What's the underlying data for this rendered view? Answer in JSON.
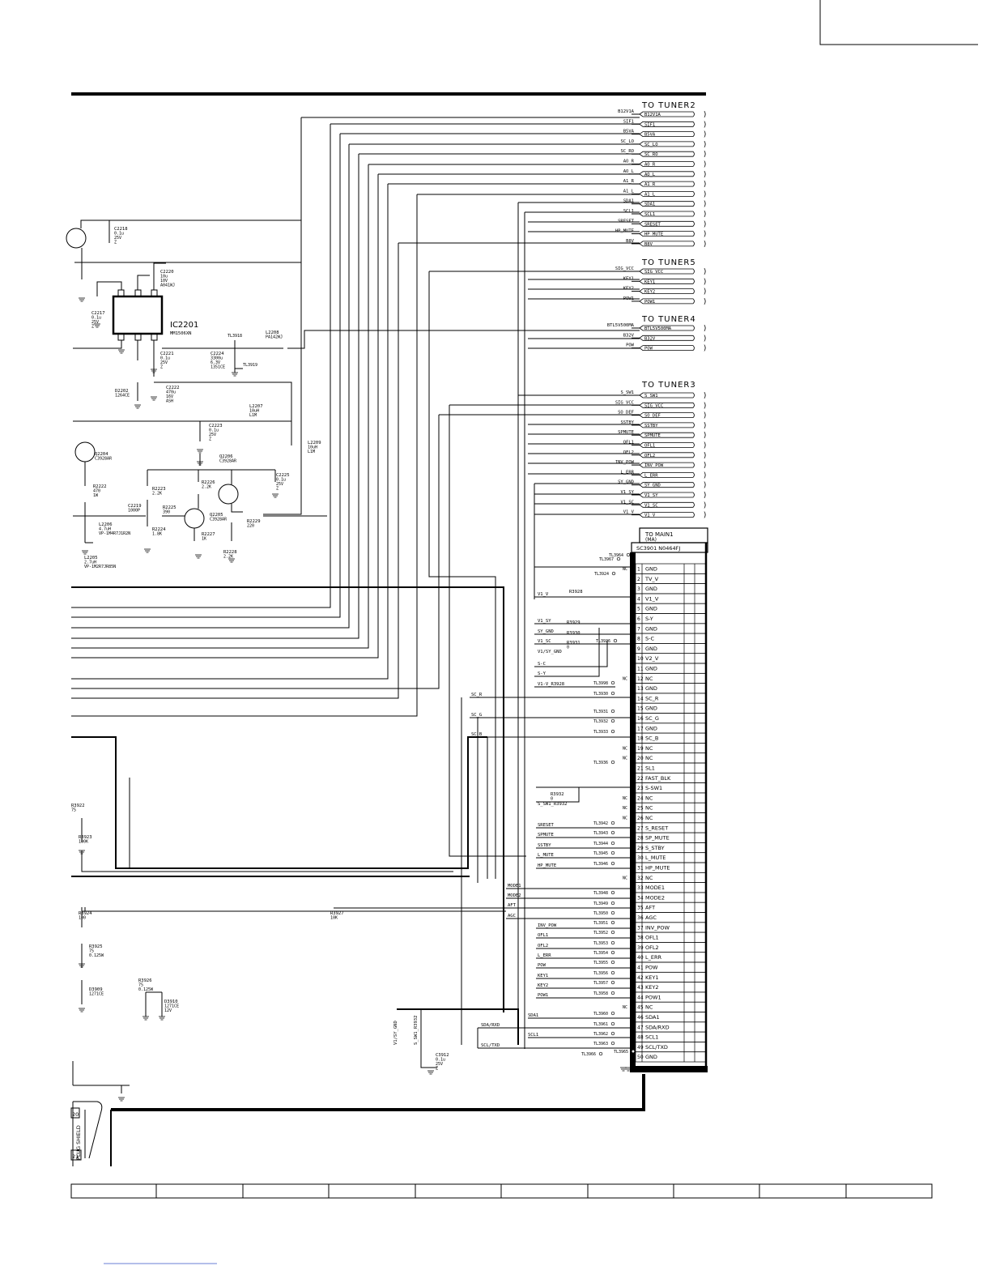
{
  "connectors": {
    "tuner2": {
      "title": "TO TUNER2",
      "signals": [
        {
          "left": "B12V1A",
          "right": "B12V1A"
        },
        {
          "left": "SIF1",
          "right": "SIF1"
        },
        {
          "left": "B5VA",
          "right": "B5VA"
        },
        {
          "left": "SC_LO",
          "right": "SC_LO"
        },
        {
          "left": "SC_RO",
          "right": "SC_RO"
        },
        {
          "left": "AO_R",
          "right": "AO_R"
        },
        {
          "left": "AO_L",
          "right": "AO_L"
        },
        {
          "left": "A1_R",
          "right": "A1_R"
        },
        {
          "left": "A1_L",
          "right": "A1_L"
        },
        {
          "left": "SDA1",
          "right": "SDA1"
        },
        {
          "left": "SCL1",
          "right": "SCL1"
        },
        {
          "left": "SRESET",
          "right": "SRESET"
        },
        {
          "left": "HP_MUTE",
          "right": "HP_MUTE"
        },
        {
          "left": "B8V",
          "right": "B8V"
        }
      ]
    },
    "tuner5": {
      "title": "TO TUNER5",
      "signals": [
        {
          "left": "SIG_VCC",
          "right": "SIG_VCC"
        },
        {
          "left": "KEY1",
          "right": "KEY1"
        },
        {
          "left": "KEY2",
          "right": "KEY2"
        },
        {
          "left": "POW1",
          "right": "POW1"
        }
      ]
    },
    "tuner4": {
      "title": "TO TUNER4",
      "signals": [
        {
          "left": "BTL5V500MA",
          "right": "BTL5V500MA"
        },
        {
          "left": "B32V",
          "right": "B32V"
        },
        {
          "left": "POW",
          "right": "POW"
        }
      ]
    },
    "tuner3": {
      "title": "TO TUNER3",
      "signals": [
        {
          "left": "S_SW1",
          "right": "S_SW1"
        },
        {
          "left": "SIG_VCC",
          "right": "SIG_VCC"
        },
        {
          "left": "SO_DEF",
          "right": "SO_DEF"
        },
        {
          "left": "SSTBY",
          "right": "SSTBY"
        },
        {
          "left": "SPMUTE",
          "right": "SPMUTE"
        },
        {
          "left": "OFL1",
          "right": "OFL1"
        },
        {
          "left": "OFL2",
          "right": "OFL2"
        },
        {
          "left": "INV_POW",
          "right": "INV_POW"
        },
        {
          "left": "L_ERR",
          "right": "L_ERR"
        },
        {
          "left": "SY_GND",
          "right": "SY_GND"
        },
        {
          "left": "V1_SY",
          "right": "V1_SY"
        },
        {
          "left": "V1_SC",
          "right": "V1_SC"
        },
        {
          "left": "V1_V",
          "right": "V1_V"
        }
      ]
    },
    "main1": {
      "title": "TO MAIN1",
      "subtitle": "(MA)",
      "part": "SC3901  N0464FJ",
      "pins": [
        {
          "n": "1",
          "name": "GND"
        },
        {
          "n": "2",
          "name": "TV_V"
        },
        {
          "n": "3",
          "name": "GND"
        },
        {
          "n": "4",
          "name": "V1_V"
        },
        {
          "n": "5",
          "name": "GND"
        },
        {
          "n": "6",
          "name": "S-Y"
        },
        {
          "n": "7",
          "name": "GND"
        },
        {
          "n": "8",
          "name": "S-C"
        },
        {
          "n": "9",
          "name": "GND"
        },
        {
          "n": "10",
          "name": "V2_V"
        },
        {
          "n": "11",
          "name": "GND"
        },
        {
          "n": "12",
          "name": "NC"
        },
        {
          "n": "13",
          "name": "GND"
        },
        {
          "n": "14",
          "name": "SC_R"
        },
        {
          "n": "15",
          "name": "GND"
        },
        {
          "n": "16",
          "name": "SC_G"
        },
        {
          "n": "17",
          "name": "GND"
        },
        {
          "n": "18",
          "name": "SC_B"
        },
        {
          "n": "19",
          "name": "NC"
        },
        {
          "n": "20",
          "name": "NC"
        },
        {
          "n": "21",
          "name": "SL1"
        },
        {
          "n": "22",
          "name": "FAST_BLK"
        },
        {
          "n": "23",
          "name": "S-SW1"
        },
        {
          "n": "24",
          "name": "NC"
        },
        {
          "n": "25",
          "name": "NC"
        },
        {
          "n": "26",
          "name": "NC"
        },
        {
          "n": "27",
          "name": "S_RESET"
        },
        {
          "n": "28",
          "name": "SP_MUTE"
        },
        {
          "n": "29",
          "name": "S_STBY"
        },
        {
          "n": "30",
          "name": "L_MUTE"
        },
        {
          "n": "31",
          "name": "HP_MUTE"
        },
        {
          "n": "32",
          "name": "NC"
        },
        {
          "n": "33",
          "name": "MODE1"
        },
        {
          "n": "34",
          "name": "MODE2"
        },
        {
          "n": "35",
          "name": "AFT"
        },
        {
          "n": "36",
          "name": "AGC"
        },
        {
          "n": "37",
          "name": "INV_POW"
        },
        {
          "n": "38",
          "name": "OFL1"
        },
        {
          "n": "39",
          "name": "OFL2"
        },
        {
          "n": "40",
          "name": "L_ERR"
        },
        {
          "n": "41",
          "name": "POW"
        },
        {
          "n": "42",
          "name": "KEY1"
        },
        {
          "n": "43",
          "name": "KEY2"
        },
        {
          "n": "44",
          "name": "POW1"
        },
        {
          "n": "45",
          "name": "NC"
        },
        {
          "n": "46",
          "name": "SDA1"
        },
        {
          "n": "47",
          "name": "SDA/RXD"
        },
        {
          "n": "48",
          "name": "SCL1"
        },
        {
          "n": "49",
          "name": "SCL/TXD"
        },
        {
          "n": "50",
          "name": "GND"
        }
      ]
    }
  },
  "ic": {
    "ref": "IC2201",
    "part": "MM1506XN"
  },
  "components": [
    {
      "ref": "C2218",
      "value": "0.1u 25V Z"
    },
    {
      "ref": "C2220",
      "value": "10u 10V A041WJ"
    },
    {
      "ref": "C2217",
      "value": "0.1u 25V Z"
    },
    {
      "ref": "C2221",
      "value": "0.1u 25V Z"
    },
    {
      "ref": "C2224",
      "value": "3300u 6.3V 1351CE"
    },
    {
      "ref": "L2208",
      "value": "PA142WJ"
    },
    {
      "ref": "D2202",
      "value": "1264CE"
    },
    {
      "ref": "C2222",
      "value": "470u 16V ASH"
    },
    {
      "ref": "C2223",
      "value": "0.1u 25V Z"
    },
    {
      "ref": "L2207",
      "value": "10uH L1M"
    },
    {
      "ref": "L2209",
      "value": "10uH L1M"
    },
    {
      "ref": "Q2204",
      "value": "C3928AR"
    },
    {
      "ref": "Q2206",
      "value": "C3928AR"
    },
    {
      "ref": "C2225",
      "value": "0.1u 25V Z"
    },
    {
      "ref": "R2222",
      "value": "470 1W"
    },
    {
      "ref": "R2223",
      "value": "2.2K"
    },
    {
      "ref": "R2226",
      "value": "2.2K"
    },
    {
      "ref": "C2219",
      "value": "1000P"
    },
    {
      "ref": "R2225",
      "value": "390"
    },
    {
      "ref": "Q2205",
      "value": "C3928AR"
    },
    {
      "ref": "R2229",
      "value": "220"
    },
    {
      "ref": "L2206",
      "value": "4.7uH VP-1M4R7J1R2N"
    },
    {
      "ref": "R2224",
      "value": "1.8K"
    },
    {
      "ref": "R2227",
      "value": "1K"
    },
    {
      "ref": "R2228",
      "value": "2.2K"
    },
    {
      "ref": "L2205",
      "value": "2.7uH VP-1M2R7JR85N"
    },
    {
      "ref": "R3922",
      "value": "75"
    },
    {
      "ref": "R3923",
      "value": "100K"
    },
    {
      "ref": "R3924",
      "value": "100"
    },
    {
      "ref": "R3925",
      "value": "75 0.125W"
    },
    {
      "ref": "D3909",
      "value": "1271CE"
    },
    {
      "ref": "R3926",
      "value": "75 0.125W"
    },
    {
      "ref": "D3910",
      "value": "1271CE 12V"
    },
    {
      "ref": "R3927",
      "value": "10K"
    },
    {
      "ref": "C3912",
      "value": "0.1u 25V Z"
    },
    {
      "ref": "R3928",
      "value": ""
    },
    {
      "ref": "R3929",
      "value": ""
    },
    {
      "ref": "R3930",
      "value": ""
    },
    {
      "ref": "R3931",
      "value": "0"
    },
    {
      "ref": "R3932",
      "value": "0"
    }
  ],
  "main_labels": {
    "v1_v": "V1_V",
    "v1_sy": "V1_SY",
    "sy_gnd": "SY_GND",
    "v1_sc": "V1_SC",
    "v1_sy_gnd": "V1/SY_GND",
    "s_c": "S-C",
    "s_y": "S-Y",
    "v1_v_r3928": "V1-V_R3928",
    "sc_r": "SC_R",
    "sc_g": "SC_G",
    "sc_b": "SC_B",
    "s_sw1_r3932": "S_SW1_R3932",
    "sreset": "SRESET",
    "spmute": "SPMUTE",
    "sstby": "SSTBY",
    "l_mute": "L_MUTE",
    "hp_mute": "HP_MUTE",
    "mode1": "MODE1",
    "mode2": "MODE2",
    "aft": "AFT",
    "agc": "AGC",
    "inv_pow": "INV_POW",
    "ofl1": "OFL1",
    "ofl2": "OFL2",
    "l_err": "L_ERR",
    "pow": "POW",
    "key1": "KEY1",
    "key2": "KEY2",
    "pow1": "POW1",
    "sda1": "SDA1",
    "sda_rxd": "SDA/RXD",
    "scl1": "SCL1",
    "scl_txd": "SCL/TXD",
    "v1_sy_gnd_vert": "V1/SY_GND",
    "s_sw1_r3932_vert": "S_SW1_R3932",
    "plug_shield": "PLUG SHIELD",
    "pin20": "20",
    "pin21": "21",
    "nc": "NC"
  },
  "testpoints": [
    "TL3918",
    "TL3919",
    "TL3964",
    "TL3967",
    "TL3924",
    "TL3926",
    "TL3998",
    "TL3930",
    "TL3931",
    "TL3932",
    "TL3933",
    "TL3936",
    "TL3942",
    "TL3943",
    "TL3944",
    "TL3945",
    "TL3946",
    "TL3948",
    "TL3949",
    "TL3950",
    "TL3951",
    "TL3952",
    "TL3953",
    "TL3954",
    "TL3955",
    "TL3956",
    "TL3957",
    "TL3958",
    "TL3960",
    "TL3961",
    "TL3962",
    "TL3963",
    "TL3966",
    "TL3965"
  ]
}
